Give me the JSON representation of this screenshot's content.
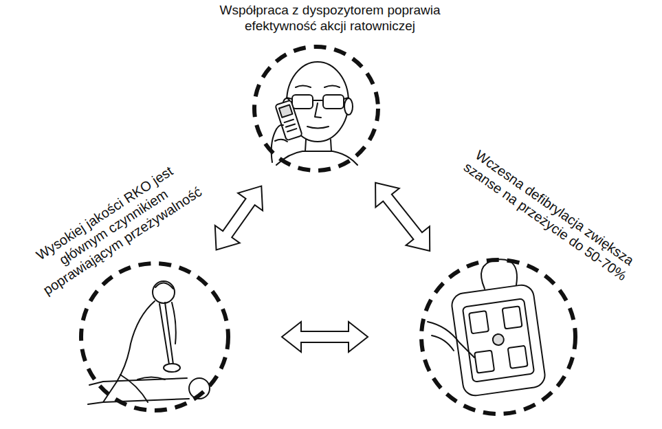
{
  "diagram": {
    "nodes": [
      {
        "text": [
          "Współpraca z dyspozytorem poprawia efektywność akcji ratowniczej"
        ]
      },
      {
        "text": [
          "Wysokiej jakości RKO jest głównym czynnikiem poprawiającym przeżywalność"
        ]
      },
      {
        "text": [
          "Wczesna defibrylacja zwiększa szanse na przeżycie do 50-70%"
        ]
      }
    ],
    "edges": [
      {
        "from": 0,
        "to": 1,
        "arrow": "both"
      },
      {
        "from": 0,
        "to": 2,
        "arrow": "both"
      },
      {
        "from": 1,
        "to": 2,
        "arrow": "both"
      }
    ]
  }
}
